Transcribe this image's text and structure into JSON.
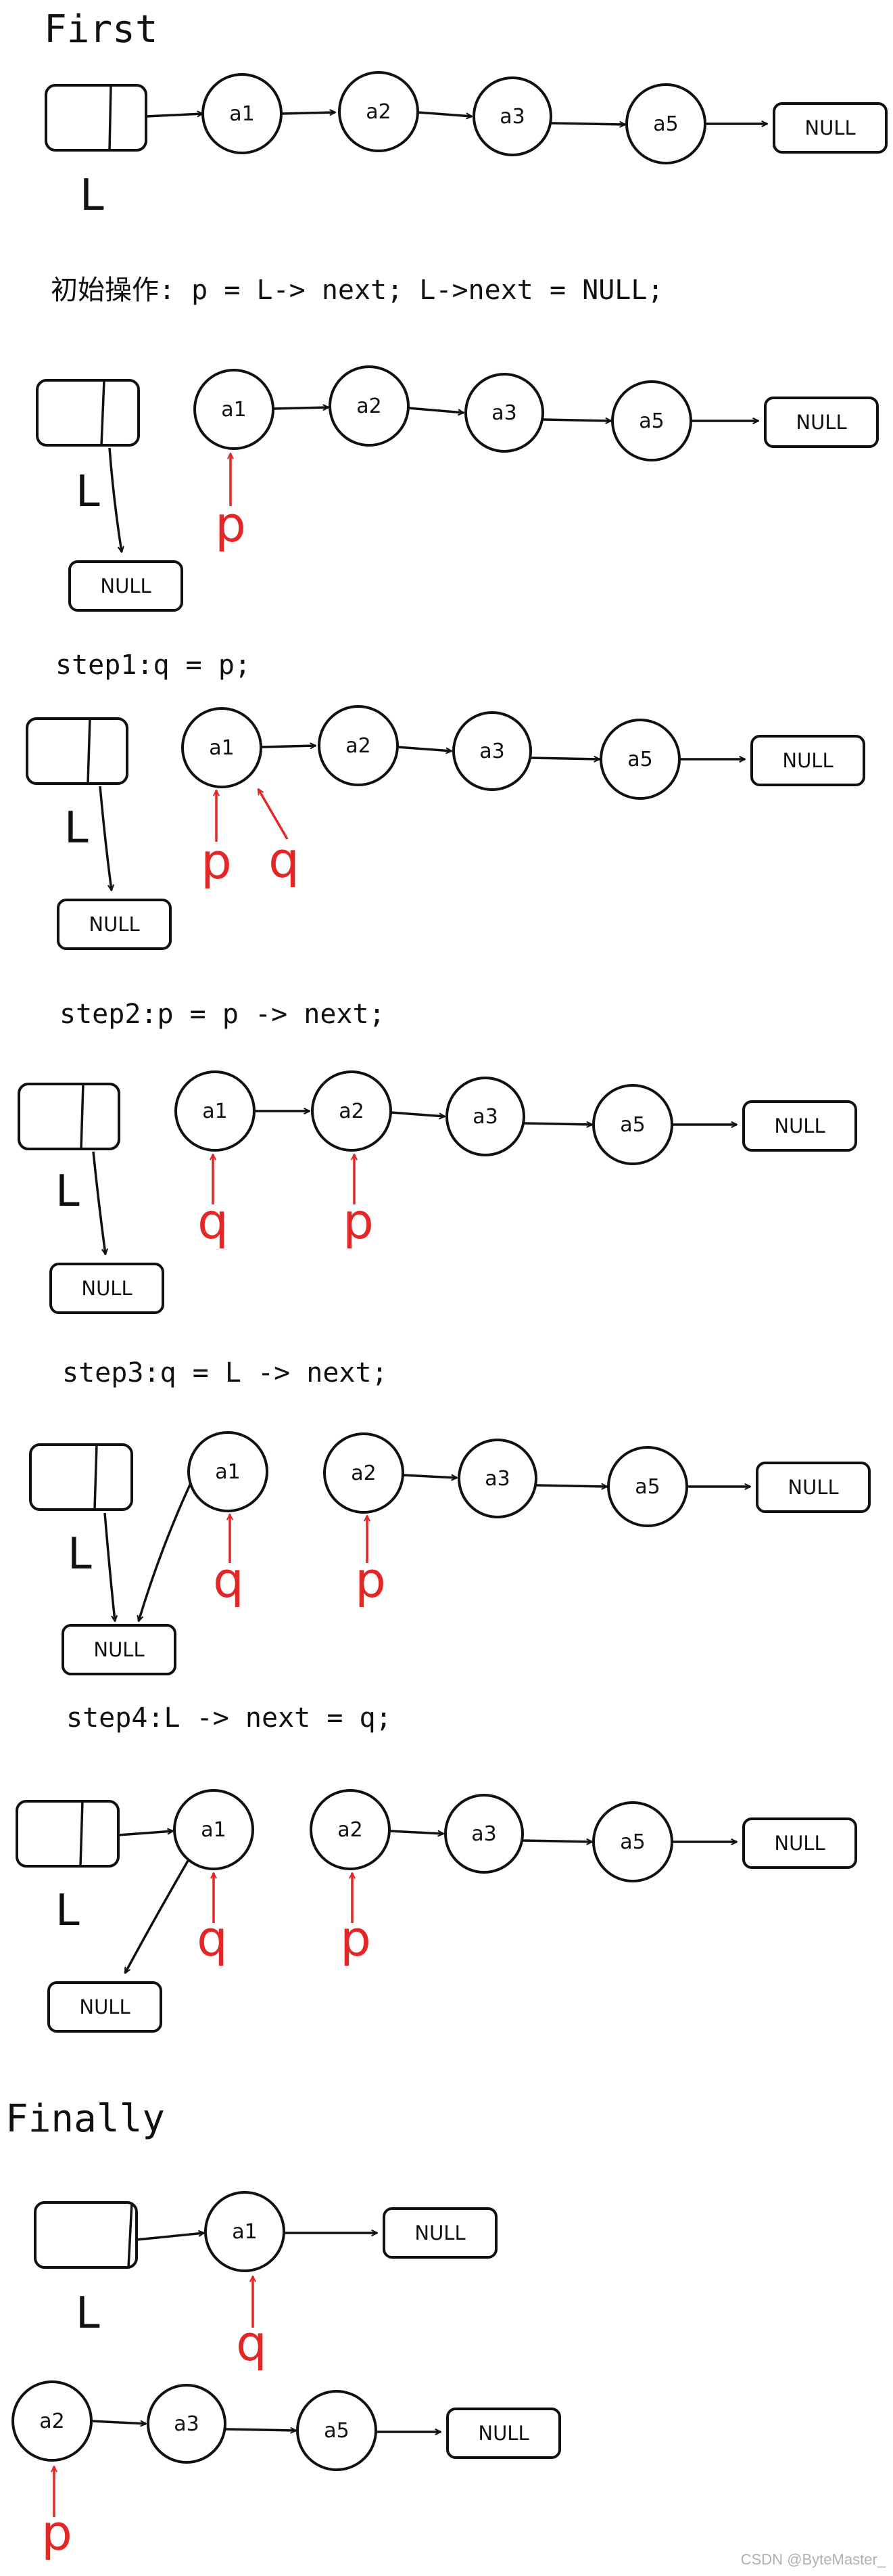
{
  "first": {
    "heading": "First",
    "list_head": "L",
    "nodes": [
      "a1",
      "a2",
      "a3",
      "a5"
    ],
    "tail": "NULL"
  },
  "init": {
    "caption": "初始操作: p = L-> next;  L->next = NULL;",
    "list_head": "L",
    "head_null": "NULL",
    "nodes": [
      "a1",
      "a2",
      "a3",
      "a5"
    ],
    "tail": "NULL",
    "pointers": [
      "p"
    ]
  },
  "step1": {
    "caption": "step1:q = p;",
    "list_head": "L",
    "head_null": "NULL",
    "nodes": [
      "a1",
      "a2",
      "a3",
      "a5"
    ],
    "tail": "NULL",
    "pointers": [
      "p",
      "q"
    ]
  },
  "step2": {
    "caption": "step2:p = p -> next;",
    "list_head": "L",
    "head_null": "NULL",
    "nodes": [
      "a1",
      "a2",
      "a3",
      "a5"
    ],
    "tail": "NULL",
    "pointers": [
      "q",
      "p"
    ]
  },
  "step3": {
    "caption": "step3:q = L -> next;",
    "list_head": "L",
    "head_null": "NULL",
    "nodes": [
      "a1",
      "a2",
      "a3",
      "a5"
    ],
    "tail": "NULL",
    "pointers": [
      "q",
      "p"
    ]
  },
  "step4": {
    "caption": "step4:L -> next = q;",
    "list_head": "L",
    "head_null": "NULL",
    "nodes": [
      "a1",
      "a2",
      "a3",
      "a5"
    ],
    "tail": "NULL",
    "pointers": [
      "q",
      "p"
    ]
  },
  "finally": {
    "heading": "Finally",
    "list_head": "L",
    "reversed_node": "a1",
    "reversed_tail": "NULL",
    "pointer_q": "q",
    "remaining_nodes": [
      "a2",
      "a3",
      "a5"
    ],
    "remaining_tail": "NULL",
    "pointer_p": "p"
  },
  "watermark": "CSDN @ByteMaster_",
  "colors": {
    "ink": "#111111",
    "pointer": "#e32626",
    "watermark": "#b0b0b0"
  }
}
